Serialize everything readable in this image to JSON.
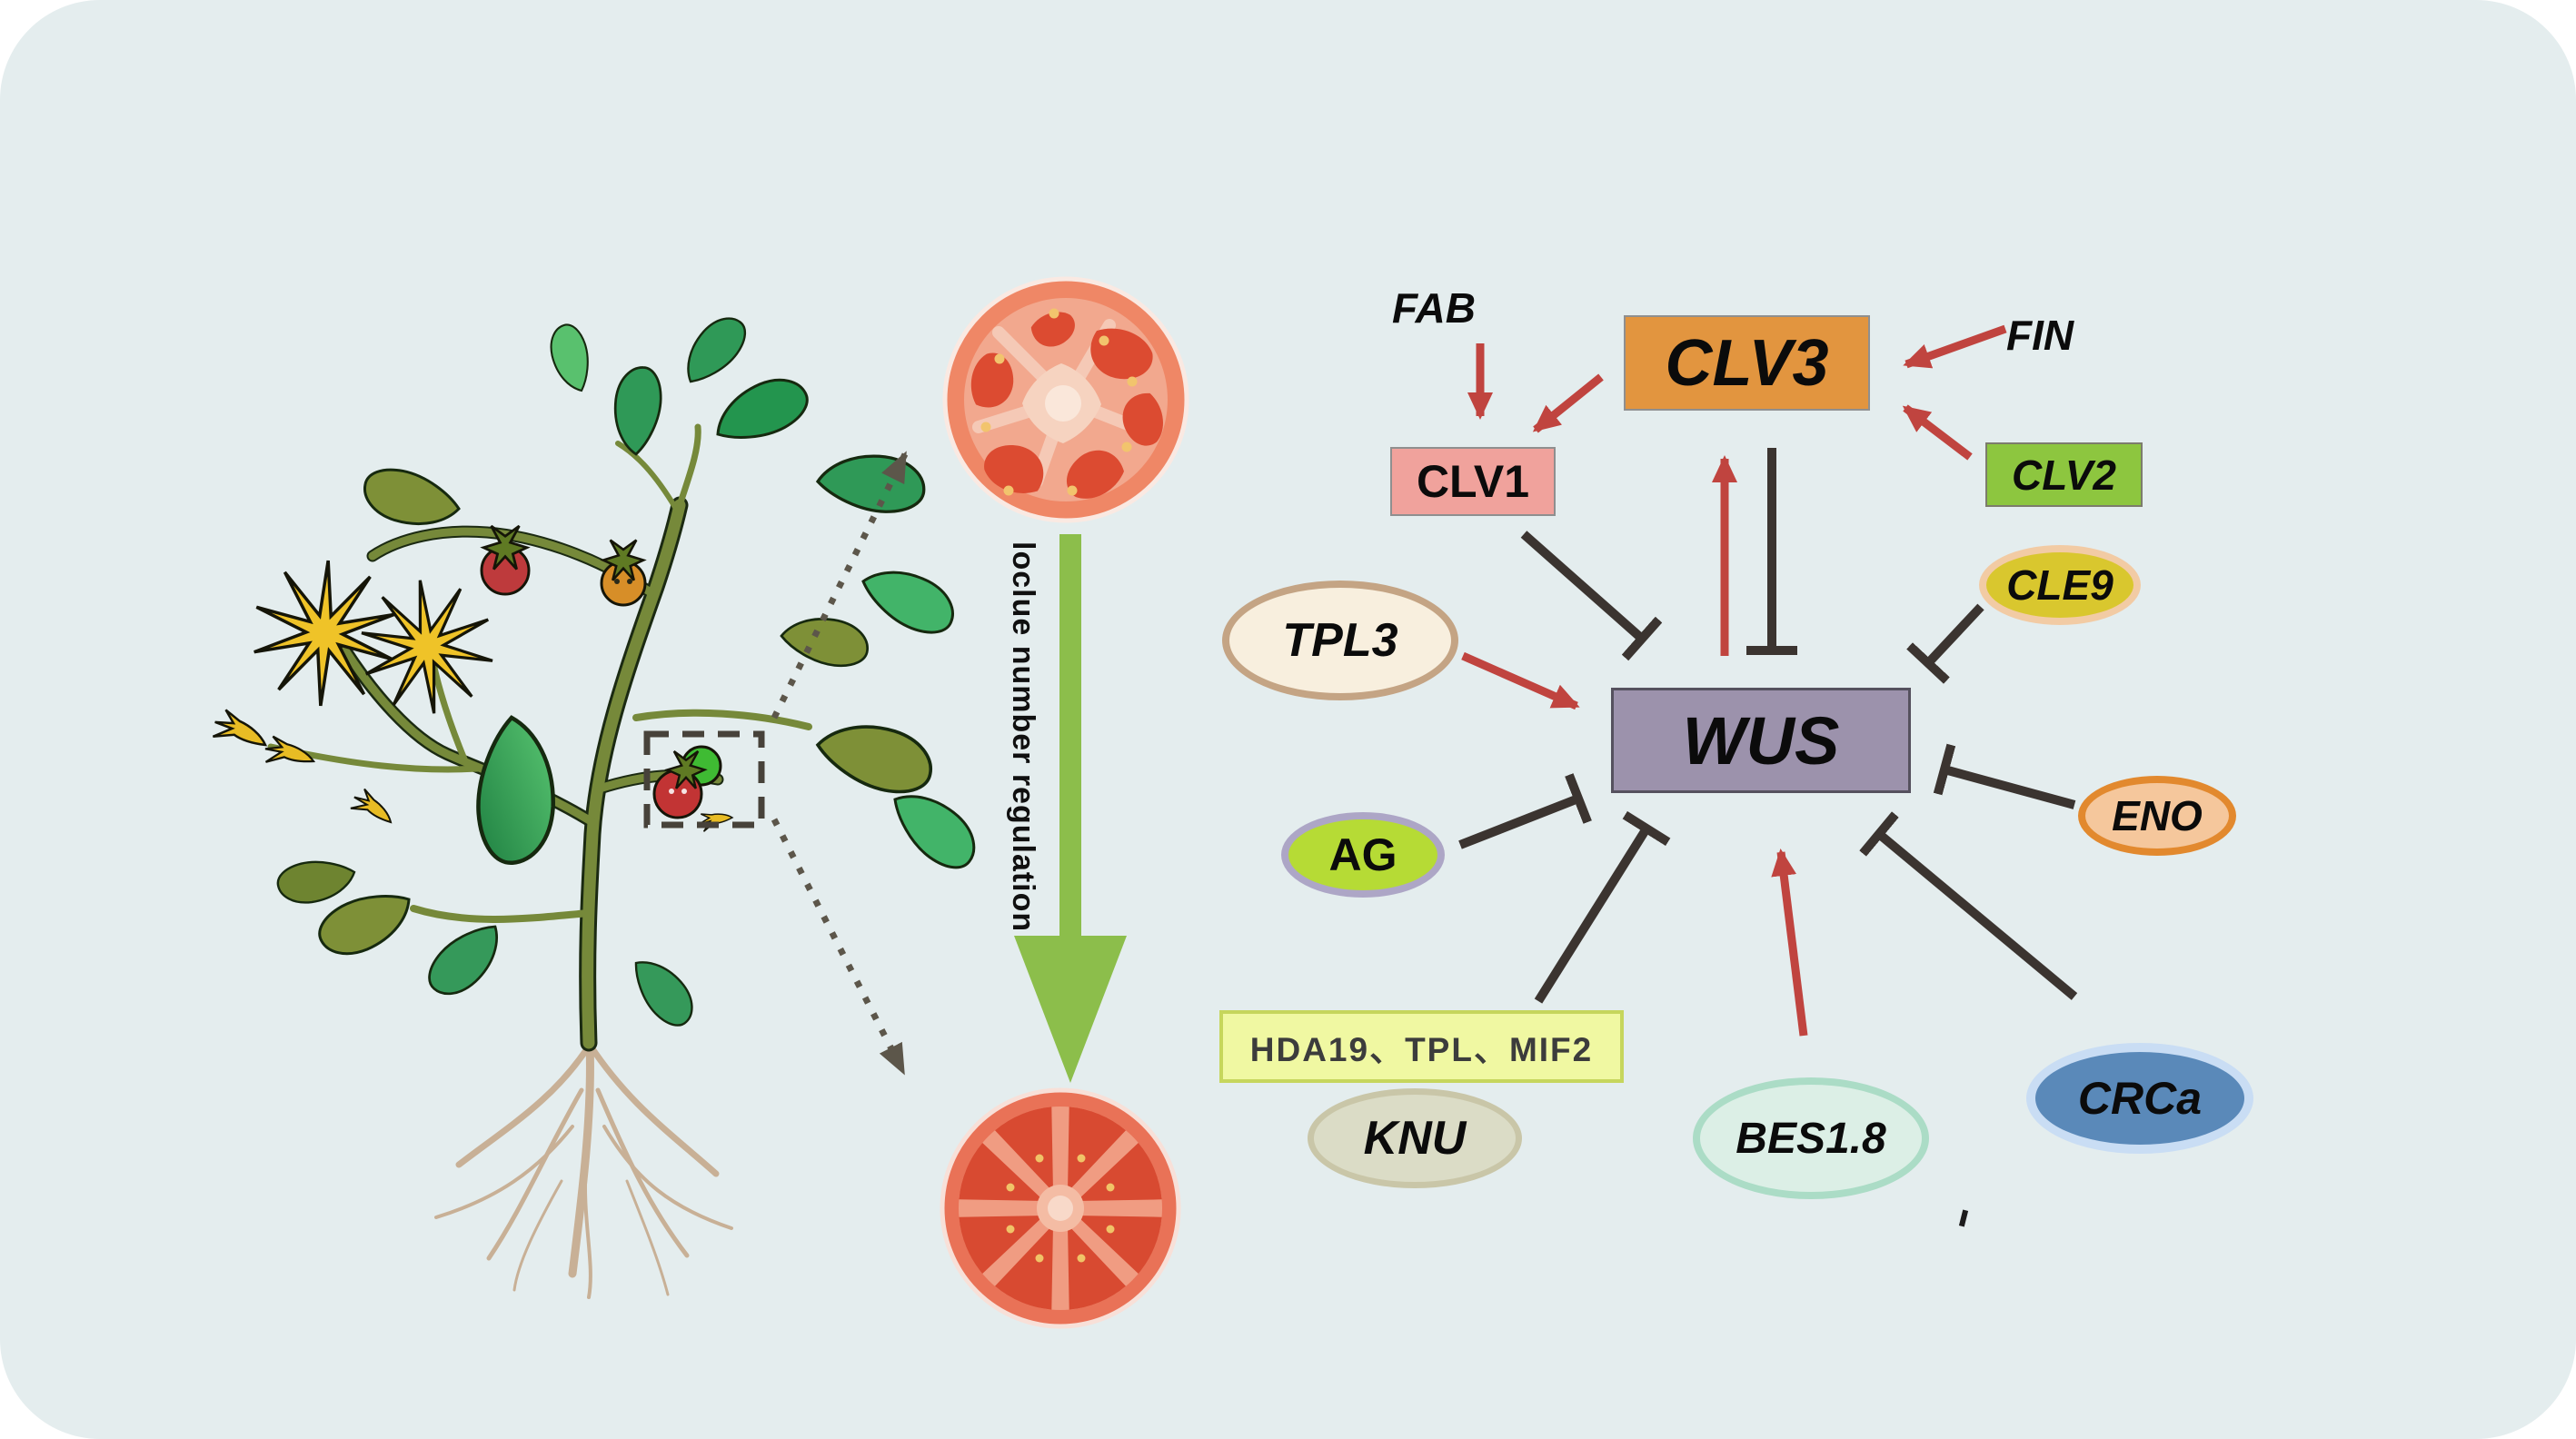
{
  "panel": {
    "background": "#E4EDEE",
    "outside": "#FFFFFF"
  },
  "flow": {
    "label": "loclue number regulation",
    "arrow_color": "#8CBE4B"
  },
  "illustration": {
    "plant": "tomato-plant",
    "top_fruit": "tomato-slice-few-locules",
    "bottom_fruit": "tomato-slice-many-locules"
  },
  "network": {
    "nodes": {
      "fab": {
        "label": "FAB",
        "shape": "text",
        "fill": "none",
        "text": "#0b0b0b"
      },
      "fin": {
        "label": "FIN",
        "shape": "text",
        "fill": "none",
        "text": "#0b0b0b"
      },
      "clv3": {
        "label": "CLV3",
        "shape": "rect",
        "fill": "#E2953F",
        "border": "#8f8f8f"
      },
      "clv1": {
        "label": "CLV1",
        "shape": "rect",
        "fill": "#F0A29C",
        "border": "#8f8f8f"
      },
      "clv2": {
        "label": "CLV2",
        "shape": "rect",
        "fill": "#8DC63F",
        "border": "#7c7c6c"
      },
      "cle9": {
        "label": "CLE9",
        "shape": "ellipse",
        "fill": "#D9C72E",
        "border": "#F2CBA4"
      },
      "tpl3": {
        "label": "TPL3",
        "shape": "ellipse",
        "fill": "#F8EFDE",
        "border": "#C4A484"
      },
      "wus": {
        "label": "WUS",
        "shape": "rect",
        "fill": "#9C92AC",
        "border": "#55515e"
      },
      "ag": {
        "label": "AG",
        "shape": "ellipse",
        "fill": "#B6DB35",
        "border": "#ADA6C6"
      },
      "eno": {
        "label": "ENO",
        "shape": "ellipse",
        "fill": "#F5C79C",
        "border": "#E2892E"
      },
      "hda": {
        "label": "HDA19、TPL、MIF2",
        "shape": "rect",
        "fill": "#F0F8A2",
        "border": "#C6D65C"
      },
      "knu": {
        "label": "KNU",
        "shape": "ellipse",
        "fill": "#DBDCC6",
        "border": "#C9C6A8"
      },
      "bes18": {
        "label": "BES1.8",
        "shape": "ellipse",
        "fill": "#DCEFE6",
        "border": "#ABDCC6"
      },
      "crca": {
        "label": "CRCa",
        "shape": "ellipse",
        "fill": "#5A89B9",
        "border": "#C9DDF4"
      }
    },
    "edges": [
      {
        "from": "FAB",
        "to": "CLV1",
        "type": "activation"
      },
      {
        "from": "CLV3",
        "to": "CLV1",
        "type": "activation"
      },
      {
        "from": "FIN",
        "to": "CLV3",
        "type": "activation"
      },
      {
        "from": "CLV2",
        "to": "CLV3",
        "type": "activation"
      },
      {
        "from": "WUS",
        "to": "CLV3",
        "type": "activation"
      },
      {
        "from": "TPL3",
        "to": "WUS",
        "type": "activation"
      },
      {
        "from": "BES1.8",
        "to": "WUS",
        "type": "activation"
      },
      {
        "from": "CLV3",
        "to": "WUS",
        "type": "inhibition"
      },
      {
        "from": "CLV1",
        "to": "WUS",
        "type": "inhibition"
      },
      {
        "from": "CLE9",
        "to": "WUS",
        "type": "inhibition"
      },
      {
        "from": "ENO",
        "to": "WUS",
        "type": "inhibition"
      },
      {
        "from": "AG",
        "to": "WUS",
        "type": "inhibition"
      },
      {
        "from": "HDA19、TPL、MIF2",
        "to": "WUS",
        "type": "inhibition"
      },
      {
        "from": "CRCa",
        "to": "WUS",
        "type": "inhibition"
      }
    ],
    "legend": {
      "activation_color": "#C0443F",
      "inhibition_color": "#3B3430"
    }
  }
}
